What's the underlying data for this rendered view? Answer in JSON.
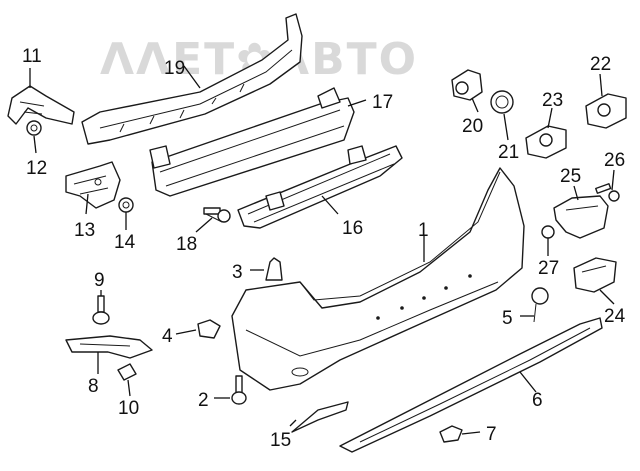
{
  "watermark": {
    "text": "ΛΛΕΤ✿ΛΒΤΟ",
    "color": "#d9d9d9"
  },
  "colors": {
    "line": "#1a1a1a",
    "background": "#ffffff"
  },
  "callouts": [
    {
      "id": "1",
      "text": "1"
    },
    {
      "id": "2",
      "text": "2"
    },
    {
      "id": "3",
      "text": "3"
    },
    {
      "id": "4",
      "text": "4"
    },
    {
      "id": "5",
      "text": "5"
    },
    {
      "id": "6",
      "text": "6"
    },
    {
      "id": "7",
      "text": "7"
    },
    {
      "id": "8",
      "text": "8"
    },
    {
      "id": "9",
      "text": "9"
    },
    {
      "id": "10",
      "text": "10"
    },
    {
      "id": "11",
      "text": "11"
    },
    {
      "id": "12",
      "text": "12"
    },
    {
      "id": "13",
      "text": "13"
    },
    {
      "id": "14",
      "text": "14"
    },
    {
      "id": "15",
      "text": "15"
    },
    {
      "id": "16",
      "text": "16"
    },
    {
      "id": "17",
      "text": "17"
    },
    {
      "id": "18",
      "text": "18"
    },
    {
      "id": "19",
      "text": "19"
    },
    {
      "id": "20",
      "text": "20"
    },
    {
      "id": "21",
      "text": "21"
    },
    {
      "id": "22",
      "text": "22"
    },
    {
      "id": "23",
      "text": "23"
    },
    {
      "id": "24",
      "text": "24"
    },
    {
      "id": "25",
      "text": "25"
    },
    {
      "id": "26",
      "text": "26"
    },
    {
      "id": "27",
      "text": "27"
    }
  ]
}
